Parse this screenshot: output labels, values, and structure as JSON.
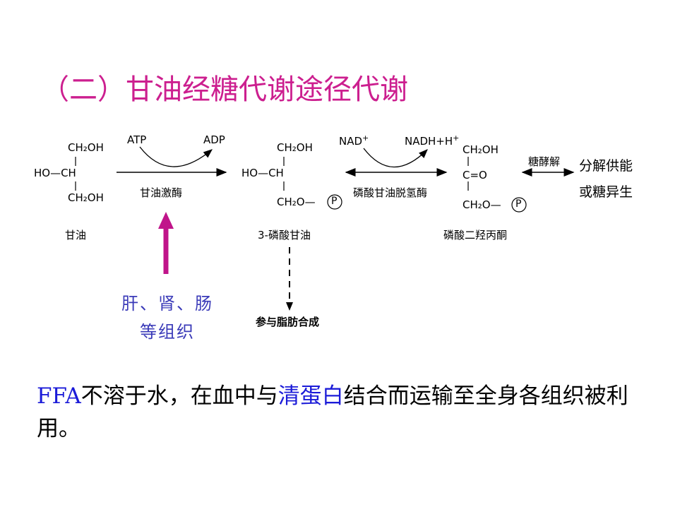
{
  "title": "（二）甘油经糖代谢途径代谢",
  "glycerol": {
    "top": "CH₂OH",
    "mid": "HO—CH",
    "bot": "CH₂OH",
    "name": "甘油"
  },
  "reaction1": {
    "atp": "ATP",
    "adp": "ADP",
    "enzyme": "甘油激酶"
  },
  "g3p": {
    "top": "CH₂OH",
    "mid": "HO—CH",
    "bot": "CH₂O—",
    "p": "P",
    "name": "3-磷酸甘油"
  },
  "reaction2": {
    "nad": "NAD",
    "nad_sup": "+",
    "nadh": "NADH+H",
    "nadh_sup": "+",
    "enzyme": "磷酸甘油脱氢酶"
  },
  "dhap": {
    "top": "CH₂OH",
    "mid": "C=O",
    "bot": "CH₂O—",
    "p": "P",
    "name": "磷酸二羟丙酮"
  },
  "reaction3": {
    "label": "糖酵解",
    "outcome_line1": "分解供能",
    "outcome_line2": "或糖异生"
  },
  "tissues": {
    "line1": "肝、肾、肠",
    "line2": "等组织"
  },
  "lipid_synthesis": "参与脂肪合成",
  "paragraph": {
    "part1": "FFA",
    "part2": "不溶于水，在血中与",
    "part3": "清蛋白",
    "part4": "结合而运输至全身各组织被利用。"
  },
  "colors": {
    "title": "#cc1f8f",
    "tissue": "#3a3ab8",
    "highlight": "#1b1bd8",
    "arrow_up": "#c0148a"
  }
}
